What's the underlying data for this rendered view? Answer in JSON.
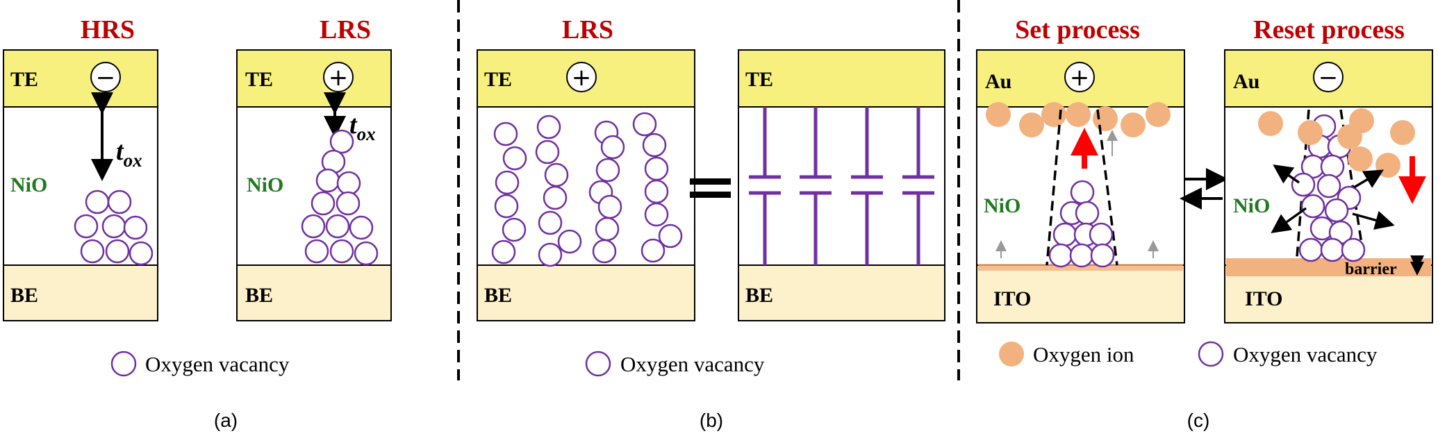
{
  "panel_a": {
    "left_title": "HRS",
    "right_title": "LRS",
    "top_electrode": "TE",
    "bottom_electrode": "BE",
    "oxide": "NiO",
    "left_polarity": "−",
    "right_polarity": "+",
    "thickness_symbol": "t",
    "thickness_subscript": "ox",
    "legend": "Oxygen vacancy",
    "caption": "(a)"
  },
  "panel_b": {
    "title": "LRS",
    "top_electrode": "TE",
    "bottom_electrode": "BE",
    "polarity": "+",
    "equals": "=",
    "legend": "Oxygen vacancy",
    "caption": "(b)"
  },
  "panel_c": {
    "left_title": "Set process",
    "right_title": "Reset process",
    "top_electrode": "Au",
    "bottom_electrode": "ITO",
    "oxide": "NiO",
    "left_polarity": "+",
    "right_polarity": "−",
    "barrier_label": "barrier",
    "legend_ion": "Oxygen ion",
    "legend_vacancy": "Oxygen vacancy",
    "caption": "(c)"
  },
  "colors": {
    "title": "#c00000",
    "top_electrode": "#f7f07e",
    "bottom_electrode": "#fdf1cc",
    "vacancy": "#7030a0",
    "oxygen_ion": "#f2b27f",
    "oxide_label": "#1f7a1f",
    "arrow_red": "#ff0000",
    "barrier": "#f2b27f"
  }
}
